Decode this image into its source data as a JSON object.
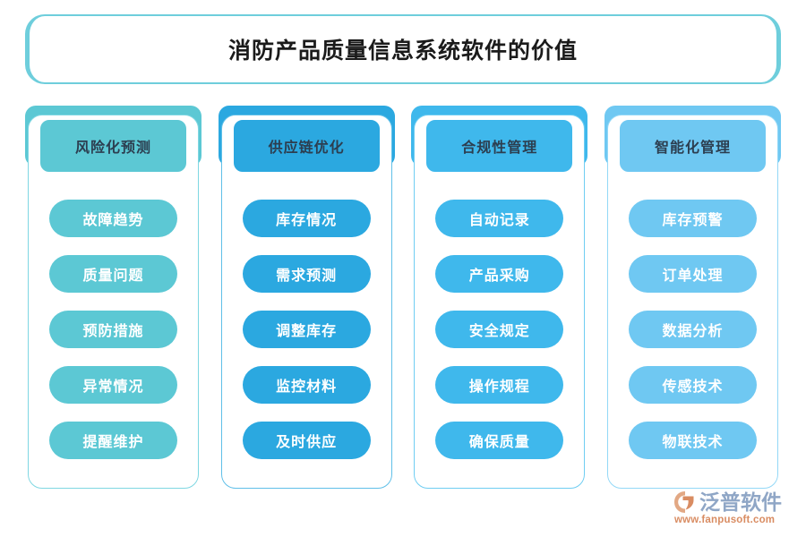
{
  "title": {
    "text": "消防产品质量信息系统软件的价值",
    "border_color": "#6ECEDC"
  },
  "columns": [
    {
      "header": "风险化预测",
      "backdrop_color": "#5CC8D4",
      "header_color": "#5CC8D4",
      "pill_color": "#5CC8D4",
      "card_border_color": "#7FD7E2",
      "items": [
        "故障趋势",
        "质量问题",
        "预防措施",
        "异常情况",
        "提醒维护"
      ]
    },
    {
      "header": "供应链优化",
      "backdrop_color": "#2BA8E0",
      "header_color": "#2BA8E0",
      "pill_color": "#2BA8E0",
      "card_border_color": "#5FBFE8",
      "items": [
        "库存情况",
        "需求预测",
        "调整库存",
        "监控材料",
        "及时供应"
      ]
    },
    {
      "header": "合规性管理",
      "backdrop_color": "#3FB8EC",
      "header_color": "#3FB8EC",
      "pill_color": "#3FB8EC",
      "card_border_color": "#6FCDF2",
      "items": [
        "自动记录",
        "产品采购",
        "安全规定",
        "操作规程",
        "确保质量"
      ]
    },
    {
      "header": "智能化管理",
      "backdrop_color": "#6FC8F2",
      "header_color": "#6FC8F2",
      "pill_color": "#6FC8F2",
      "card_border_color": "#93D8F7",
      "items": [
        "库存预警",
        "订单处理",
        "数据分析",
        "传感技术",
        "物联技术"
      ]
    }
  ],
  "logo": {
    "wordmark": "泛普软件",
    "url": "www.fanpusoft.com",
    "mark_color": "#E0A07A",
    "wordmark_color": "#8FA6C6",
    "url_color": "#D98C62"
  }
}
